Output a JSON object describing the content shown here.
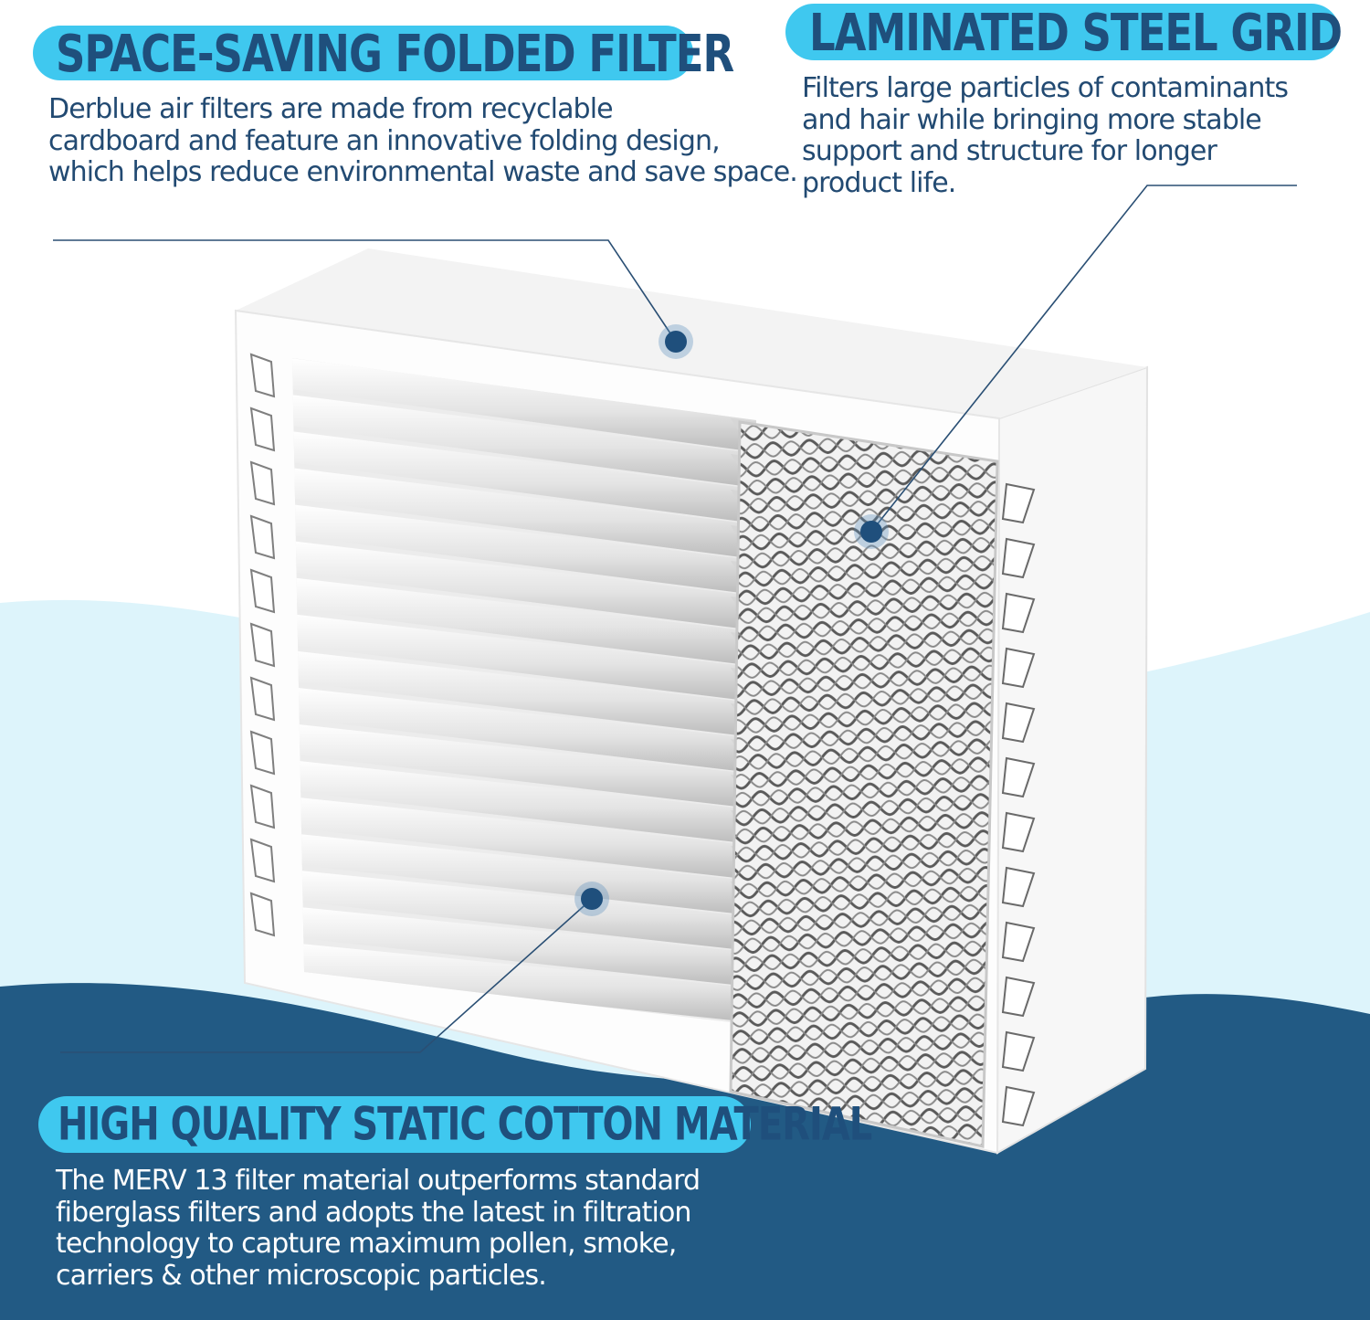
{
  "colors": {
    "accent_pill": "#3fc8ef",
    "heading_text": "#1f4f7c",
    "body_text": "#224a72",
    "wave_light": "#ddf4fb",
    "wave_dark": "#225a84",
    "marker_dot": "#1f4f7c"
  },
  "callouts": {
    "folded_filter": {
      "title": "SPACE-SAVING FOLDED FILTER",
      "lines": [
        "Derblue air filters are made from recyclable",
        "cardboard and feature an innovative folding design,",
        "which helps reduce environmental waste and save space."
      ]
    },
    "steel_grid": {
      "title": "LAMINATED STEEL GRID",
      "lines": [
        "Filters large particles of contaminants",
        "and hair while bringing more stable",
        "support and structure for longer",
        "product life."
      ]
    },
    "cotton_material": {
      "title": "HIGH QUALITY STATIC COTTON MATERIAL",
      "lines": [
        "The MERV 13 filter material outperforms standard",
        "fiberglass filters and adopts the latest in filtration",
        "technology to capture maximum pollen, smoke,",
        "carriers & other microscopic particles."
      ]
    }
  },
  "product": {
    "illustration": "white-boxed-pleated-air-filter",
    "features": [
      "folded-cardboard-frame",
      "expanded-steel-mesh-grid",
      "pleated-cotton-media"
    ]
  }
}
